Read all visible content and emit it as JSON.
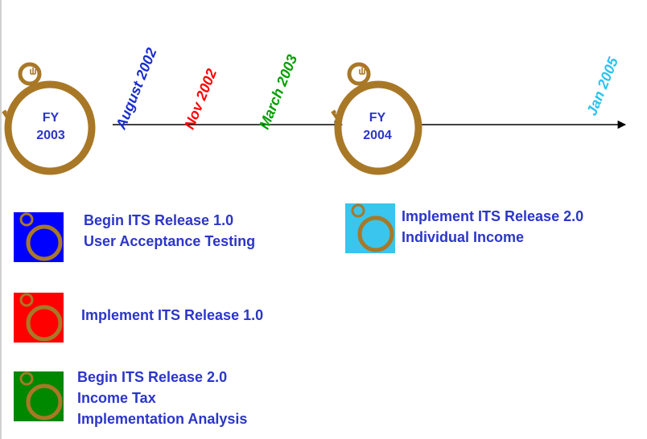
{
  "colors": {
    "bronze": "#a87827",
    "text_blue": "#2c36c8",
    "swatch_blue": "#0000ff",
    "swatch_red": "#ff0000",
    "swatch_green": "#008800",
    "swatch_cyan": "#39c5ee",
    "date_blue": "#1a2cd0",
    "date_red": "#ff0000",
    "date_green": "#00a000",
    "date_cyan": "#2bc3f1"
  },
  "timeline": {
    "fy2003": {
      "line1": "FY",
      "line2": "2003",
      "icon": "stopwatch-icon"
    },
    "fy2004": {
      "line1": "FY",
      "line2": "2004",
      "icon": "stopwatch-icon"
    },
    "dates": {
      "august_2002": "August  2002",
      "nov_2002": "Nov 2002",
      "march_2003": "March 2003",
      "jan_2005": "Jan 2005"
    }
  },
  "legend": {
    "blue": {
      "line1": "Begin ITS Release 1.0",
      "line2": "User Acceptance Testing",
      "icon": "stopwatch-icon"
    },
    "red": {
      "line1": "Implement ITS Release 1.0",
      "icon": "stopwatch-icon"
    },
    "green": {
      "line1": "Begin ITS Release 2.0",
      "line2": "Income Tax",
      "line3": "Implementation Analysis",
      "icon": "stopwatch-icon"
    },
    "cyan": {
      "line1": "Implement ITS Release 2.0",
      "line2": "Individual Income",
      "icon": "stopwatch-icon"
    }
  }
}
